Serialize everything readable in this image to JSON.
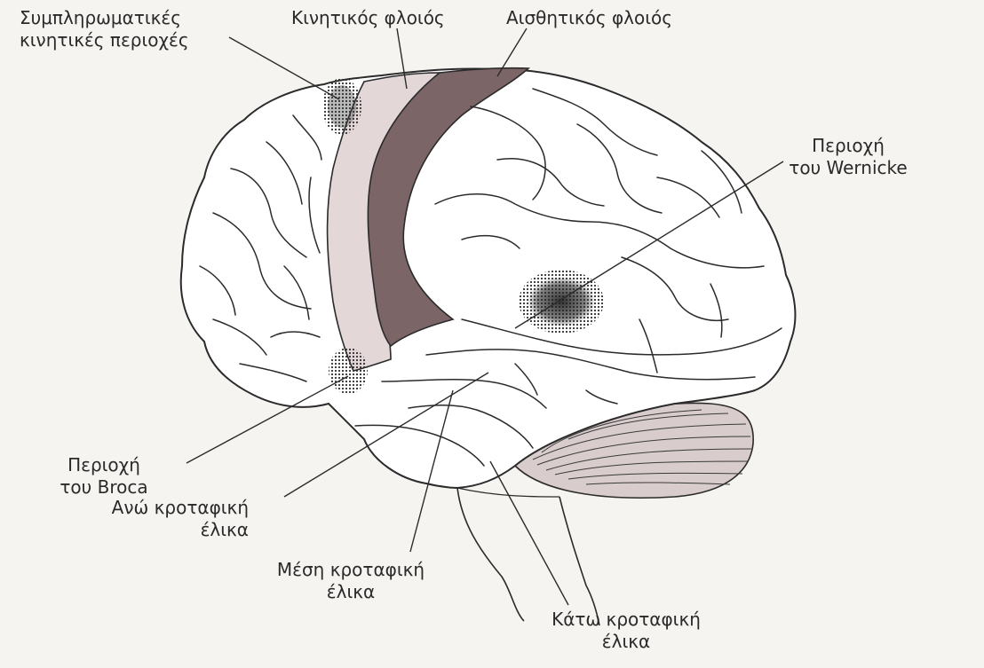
{
  "labels": {
    "association_areas": [
      "Συμπληρωματικές",
      "κινητικές περιοχές"
    ],
    "motor_cortex": "Κινητικός φλοιός",
    "sensory_cortex": "Αισθητικός φλοιός",
    "wernicke": [
      "Περιοχή",
      "του Wernicke"
    ],
    "broca": [
      "Περιοχή",
      "του Broca"
    ],
    "superior_temporal": [
      "Ανώ κροταφική",
      "έλικα"
    ],
    "middle_temporal": [
      "Μέση κροταφική",
      "έλικα"
    ],
    "inferior_temporal": [
      "Κάτω κροταφική",
      "έλικα"
    ]
  },
  "colors": {
    "paper": "#f6f4f1",
    "outline": "#2b2b2b",
    "motor": "#e3d7d8",
    "sensory": "#7c6567",
    "spots": "#3a3a3a",
    "cerebellum": "#d9cccc"
  }
}
